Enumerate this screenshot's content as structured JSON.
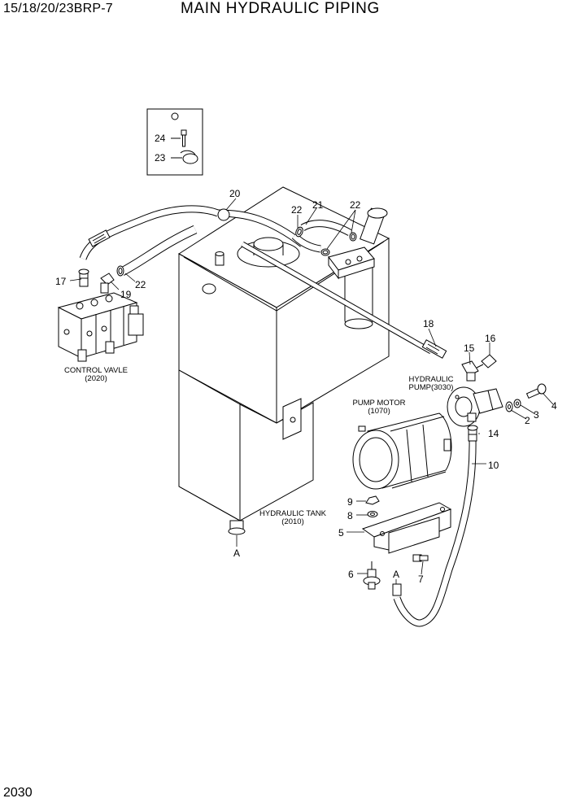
{
  "header": {
    "model": "15/18/20/23BRP-7",
    "title": "MAIN HYDRAULIC PIPING"
  },
  "footer": {
    "page_number": "2030"
  },
  "labels": {
    "control_valve": [
      "CONTROL VAVLE",
      "(2020)"
    ],
    "pump_motor": [
      "PUMP MOTOR",
      "(1070)"
    ],
    "hydraulic_pump": [
      "HYDRAULIC",
      "PUMP(3030)"
    ],
    "hydraulic_tank": [
      "HYDRAULIC TANK",
      "(2010)"
    ],
    "ref_a_tank": "A",
    "ref_a_hose": "A"
  },
  "parts": {
    "p2": "2",
    "p3": "3",
    "p4": "4",
    "p5": "5",
    "p6": "6",
    "p7": "7",
    "p8": "8",
    "p9": "9",
    "p10": "10",
    "p14": "14",
    "p15": "15",
    "p16": "16",
    "p17": "17",
    "p18": "18",
    "p19": "19",
    "p20": "20",
    "p21": "21",
    "p22a": "22",
    "p22b": "22",
    "p22c": "22",
    "p23": "23",
    "p24": "24"
  },
  "colors": {
    "line": "#000000",
    "background": "#ffffff"
  }
}
